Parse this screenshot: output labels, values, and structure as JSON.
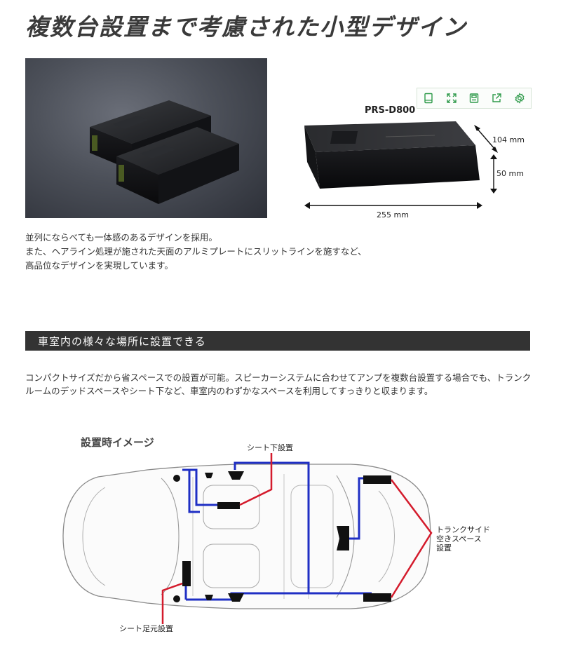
{
  "page": {
    "title": "複数台設置まで考慮された小型デザイン"
  },
  "product": {
    "model": "PRS-D800",
    "dim_depth": "104 mm",
    "dim_height": "50 mm",
    "dim_width": "255 mm"
  },
  "toolbar": {
    "items": [
      "tablet-icon",
      "expand-icon",
      "save-icon",
      "share-icon",
      "settings-icon"
    ]
  },
  "intro": {
    "lines": [
      "並列にならべても一体感のあるデザインを採用。",
      "また、ヘアライン処理が施された天面のアルミプレートにスリットラインを施すなど、",
      "高品位なデザインを実現しています。"
    ]
  },
  "section": {
    "heading": "車室内の様々な場所に設置できる",
    "body": "コンパクトサイズだから省スペースでの設置が可能。スピーカーシステムに合わせてアンプを複数台設置する場合でも、トランクルームのデッドスペースやシート下など、車室内のわずかなスペースを利用してすっきりと収まります。"
  },
  "diagram": {
    "title": "設置時イメージ",
    "label_under_seat": "シート下設置",
    "label_trunk_line1": "トランクサイド",
    "label_trunk_line2": "空きスペース",
    "label_trunk_line3": "設置",
    "label_footwell": "シート足元設置"
  },
  "colors": {
    "accent_green": "#2e9a4a",
    "wire_blue": "#1f2fc4",
    "leader_red": "#d41b2c",
    "section_bar": "#333333"
  }
}
